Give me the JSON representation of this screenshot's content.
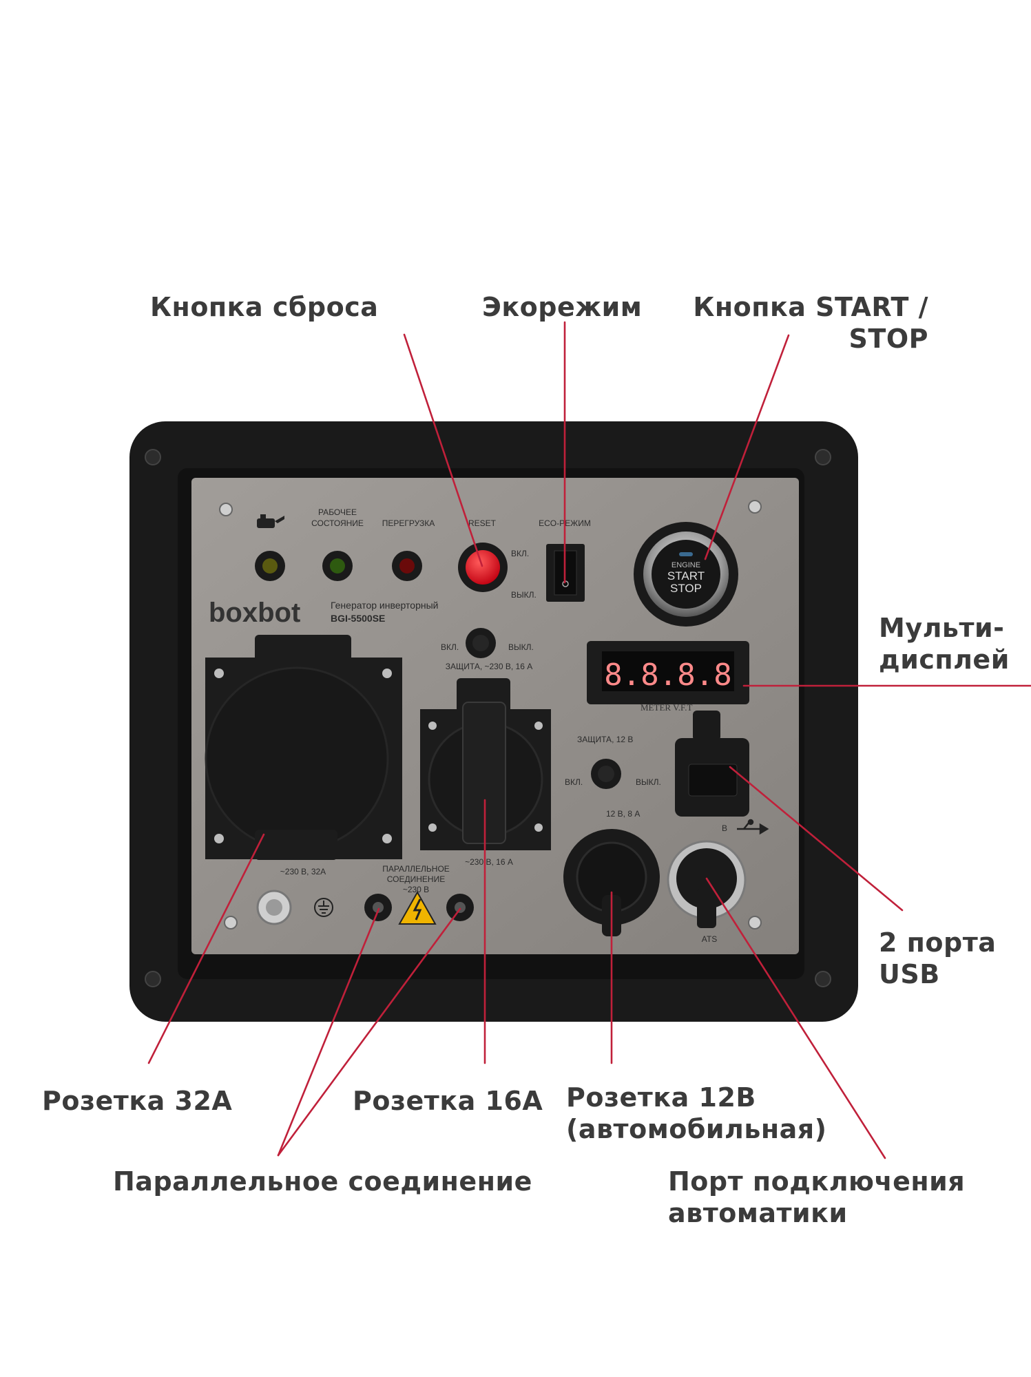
{
  "callouts": {
    "reset_button": "Кнопка сброса",
    "eco_mode": "Экорежим",
    "start_stop_l1": "Кнопка START /",
    "start_stop_l2": "STOP",
    "multi_display_l1": "Мульти-",
    "multi_display_l2": "дисплей",
    "usb_ports_l1": "2 порта",
    "usb_ports_l2": "USB",
    "socket_32a": "Розетка 32А",
    "socket_16a": "Розетка 16А",
    "socket_12v_l1": "Розетка 12В",
    "socket_12v_l2": "(автомобильная)",
    "parallel": "Параллельное соединение",
    "automation_l1": "Порт подключения",
    "automation_l2": "автоматики"
  },
  "panel": {
    "brand": "boxbot",
    "model_line1": "Генератор инверторный",
    "model_line2": "BGI-5500SE",
    "label_working_l1": "РАБОЧЕЕ",
    "label_working_l2": "СОСТОЯНИЕ",
    "label_overload": "ПЕРЕГРУЗКА",
    "label_reset": "RESET",
    "label_eco": "ECO-РЕЖИМ",
    "switch_on": "ВКЛ.",
    "switch_off": "ВЫКЛ.",
    "breaker_on": "ВКЛ.",
    "breaker_off": "ВЫКЛ.",
    "breaker_230": "ЗАЩИТА, ~230 В, 16 А",
    "breaker_12": "ЗАЩИТА, 12 В",
    "breaker12_on": "ВКЛ.",
    "breaker12_off": "ВЫКЛ.",
    "start_engine": "ENGINE",
    "start_start": "START",
    "start_stop": "STOP",
    "display_value": "8.8.8.8",
    "display_caption": "METER V.F.T",
    "socket32_label": "~230 В, 32А",
    "socket16_label": "~230 В, 16 А",
    "parallel_l1": "ПАРАЛЛЕЛЬНОЕ",
    "parallel_l2": "СОЕДИНЕНИЕ",
    "parallel_l3": "~230 В",
    "dc_label": "12 В, 8 А",
    "usb_label": "В",
    "ats_label": "ATS"
  },
  "colors": {
    "callout_text": "#3b3b3b",
    "leader_line": "#c0203a",
    "frame": "#1a1a1a",
    "plate": "#8e8a86",
    "reset_red": "#e01020"
  }
}
